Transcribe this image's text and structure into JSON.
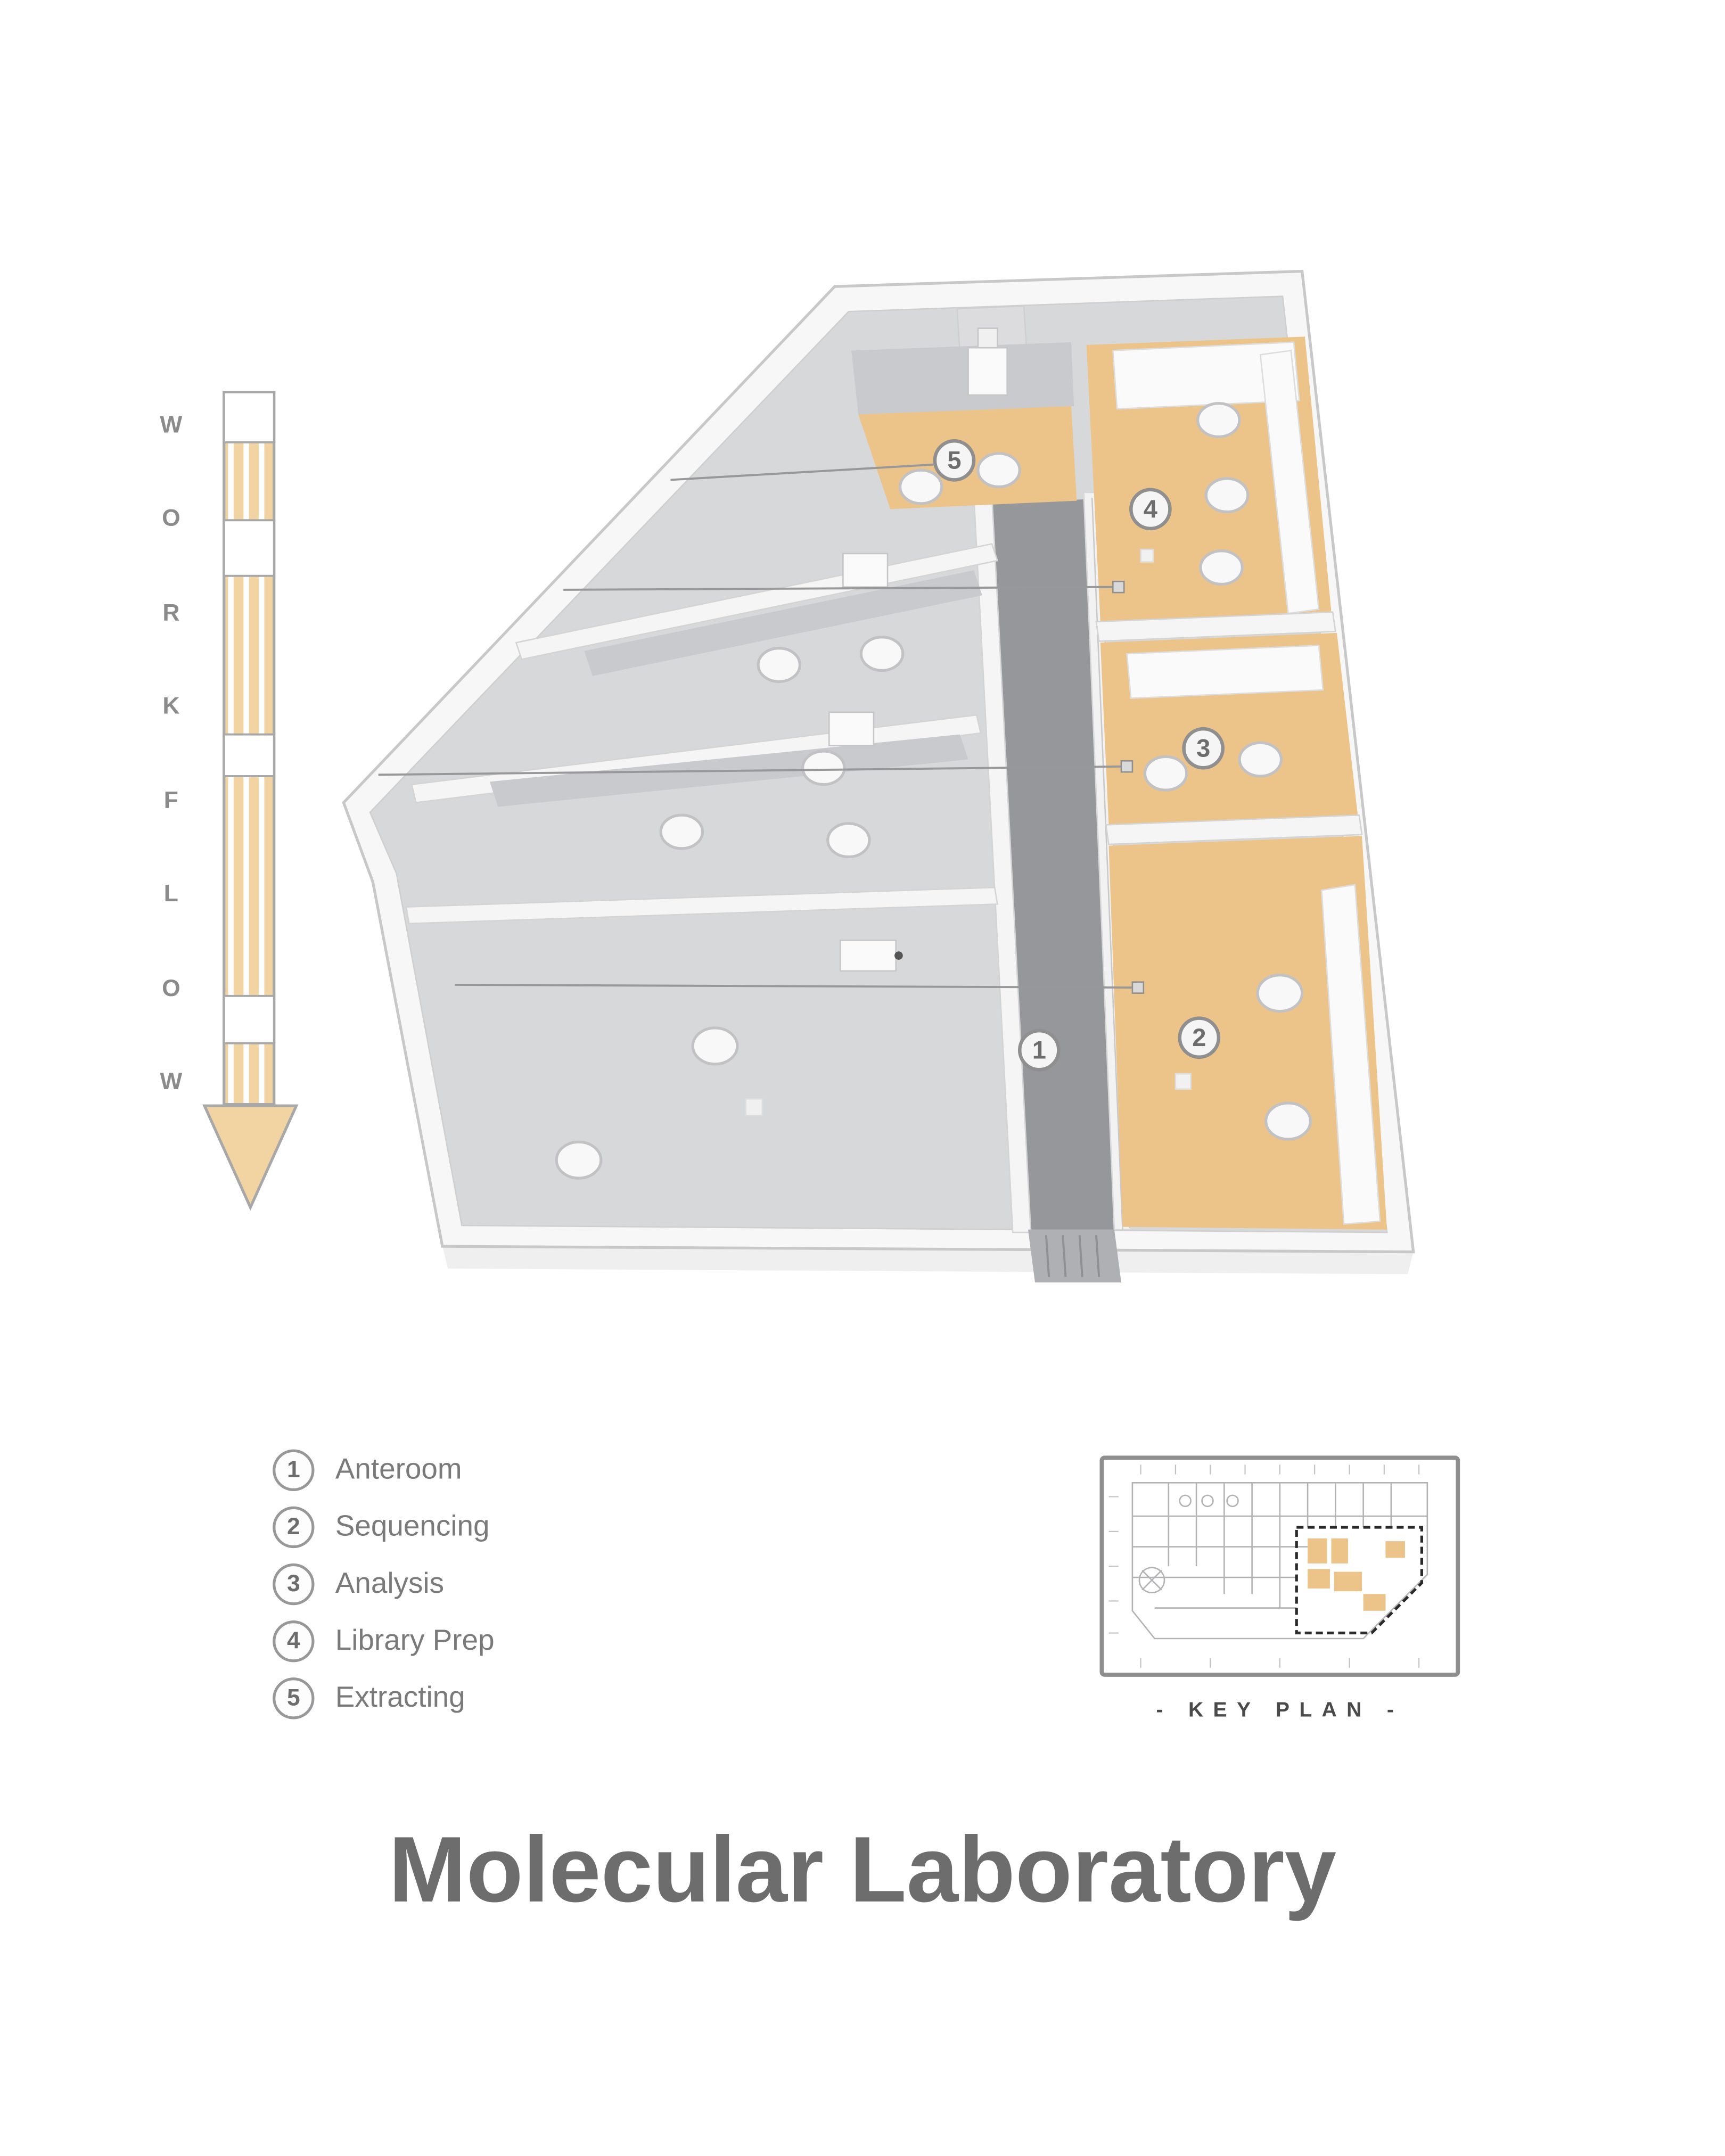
{
  "title": "Molecular Laboratory",
  "workflow": {
    "word": "WORKFLOW",
    "letters": [
      "W",
      "O",
      "R",
      "K",
      "F",
      "L",
      "O",
      "W"
    ]
  },
  "legend": {
    "items": [
      {
        "number": "1",
        "label": "Anteroom"
      },
      {
        "number": "2",
        "label": "Sequencing"
      },
      {
        "number": "3",
        "label": "Analysis"
      },
      {
        "number": "4",
        "label": "Library Prep"
      },
      {
        "number": "5",
        "label": "Extracting"
      }
    ]
  },
  "plan": {
    "badges": [
      "1",
      "2",
      "3",
      "4",
      "5"
    ]
  },
  "key_plan": {
    "label": "- KEY PLAN -"
  },
  "colors": {
    "highlight_floor": "#ecc388",
    "corridor_floor": "#96979a",
    "neutral_floor": "#d7d8da",
    "workflow_arrow_fill": "#f2d3a2",
    "text_gray": "#6d6d6d"
  }
}
